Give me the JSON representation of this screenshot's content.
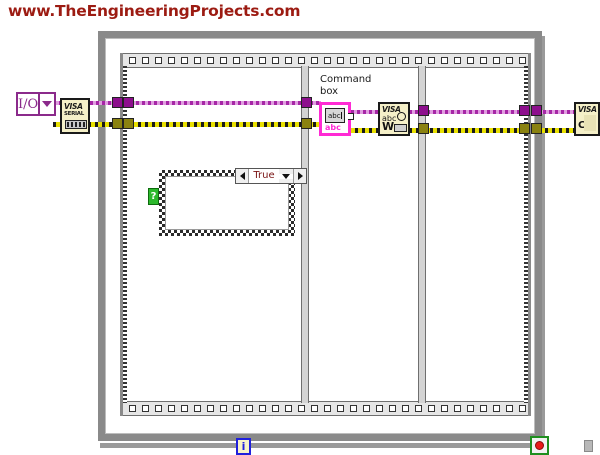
{
  "header": {
    "site_title": "www.TheEngineeringProjects.com",
    "title_color": "#9c1b12"
  },
  "diagram": {
    "kind": "labview-block-diagram",
    "background": "#ffffff",
    "structures": {
      "while_loop": {
        "name": "While Loop",
        "border_color": "#8a8a8a"
      },
      "flat_sequence": {
        "name": "Flat Sequence Structure",
        "frames": 3
      },
      "case_structure": {
        "name": "Case Structure",
        "selector_label": "True",
        "selector_terminal": "?",
        "left_arrow": "◀",
        "right_arrow": "▶",
        "dropdown": "▼"
      }
    },
    "nodes": {
      "visa_resource": {
        "name": "VISA resource name control",
        "glyph": "I/O",
        "dropdown": "▼",
        "color": "#8b2a8b"
      },
      "visa_serial": {
        "name": "VISA Configure Serial Port",
        "title": "VISA",
        "subtitle": "SERIAL"
      },
      "command_control": {
        "name": "Command box string control",
        "label": "Command\nbox",
        "label_line1": "Command",
        "label_line2": "box",
        "glyph": "abc",
        "tag": "abc",
        "highlight_color": "#ff2ad4"
      },
      "visa_write": {
        "name": "VISA Write",
        "title": "VISA",
        "glyph": "abc",
        "letter": "W"
      },
      "visa_close": {
        "name": "VISA Close",
        "title": "VISA",
        "letter": "C"
      }
    },
    "terminals": {
      "iteration": {
        "name": "Loop iteration terminal",
        "label": "i",
        "color": "#2020dd"
      },
      "stop": {
        "name": "Loop stop condition terminal",
        "label": "●",
        "color": "#1f8f1f"
      }
    },
    "wires": {
      "visa_resource_wire": {
        "name": "VISA resource wire",
        "color": "#a626a6"
      },
      "error_wire": {
        "name": "Error cluster wire",
        "color": "#e8e000"
      }
    }
  }
}
